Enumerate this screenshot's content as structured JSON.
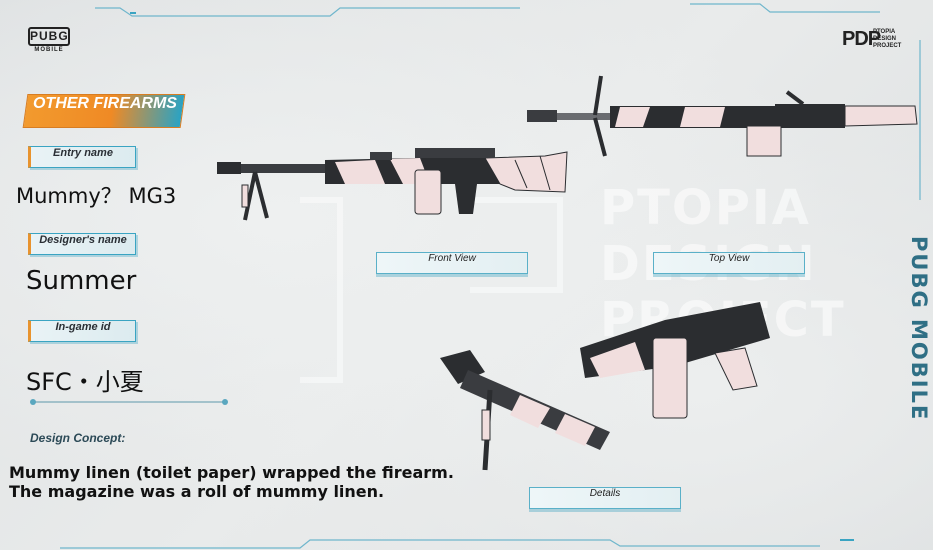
{
  "logos": {
    "pubg_mark": "PUBG",
    "pubg_sub": "MOBILE",
    "pdp_mark": "PDP",
    "pdp_line1": "PTOPIA",
    "pdp_line2": "DESIGN",
    "pdp_line3": "PROJECT"
  },
  "category": "OTHER FIREARMS",
  "fields": {
    "entry_label": "Entry name",
    "entry_value": "Mummy？ MG3",
    "designer_label": "Designer's name",
    "designer_value": "Summer",
    "ingame_label": "In-game id",
    "ingame_value": "SFC・小夏"
  },
  "concept": {
    "label": "Design Concept:",
    "line1": "Mummy linen (toilet paper) wrapped the firearm.",
    "line2": "The magazine was a roll of mummy linen."
  },
  "views": {
    "front": "Front View",
    "top": "Top View",
    "details": "Details"
  },
  "watermark": {
    "line1": "PTOPIA",
    "line2": "DESIGN",
    "line3": "PROJECT"
  },
  "side_brand": "PUBG MOBILE",
  "colors": {
    "accent_orange": "#ef8a25",
    "accent_blue": "#3aa4c2",
    "gun_dark": "#2b2d30",
    "wrap_pink": "#f1dede"
  }
}
